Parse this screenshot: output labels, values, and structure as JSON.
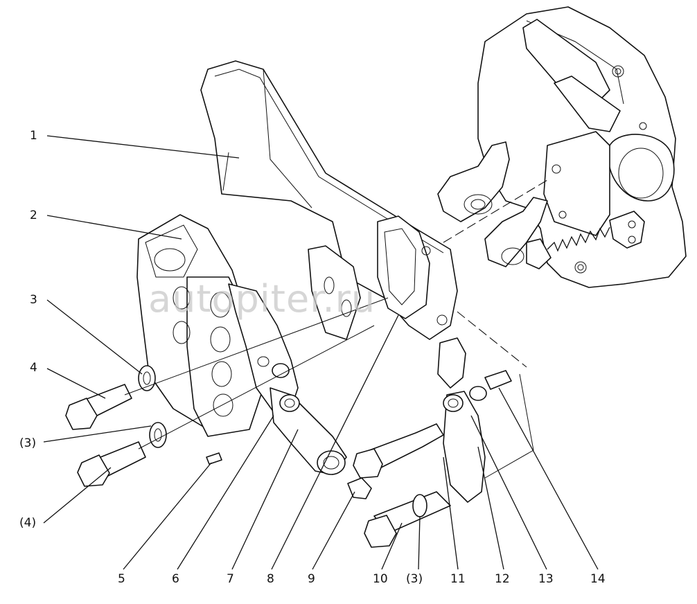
{
  "watermark": "autopiter.ru",
  "callouts": [
    {
      "id": "c1",
      "text": "1"
    },
    {
      "id": "c2",
      "text": "2"
    },
    {
      "id": "c3",
      "text": "3"
    },
    {
      "id": "c4",
      "text": "4"
    },
    {
      "id": "c3b",
      "text": "(3)"
    },
    {
      "id": "c4b",
      "text": "(4)"
    },
    {
      "id": "c5",
      "text": "5"
    },
    {
      "id": "c6",
      "text": "6"
    },
    {
      "id": "c7",
      "text": "7"
    },
    {
      "id": "c8",
      "text": "8"
    },
    {
      "id": "c9",
      "text": "9"
    },
    {
      "id": "c10",
      "text": "10"
    },
    {
      "id": "c3c",
      "text": "(3)"
    },
    {
      "id": "c11",
      "text": "11"
    },
    {
      "id": "c12",
      "text": "12"
    },
    {
      "id": "c13",
      "text": "13"
    },
    {
      "id": "c14",
      "text": "14"
    }
  ]
}
